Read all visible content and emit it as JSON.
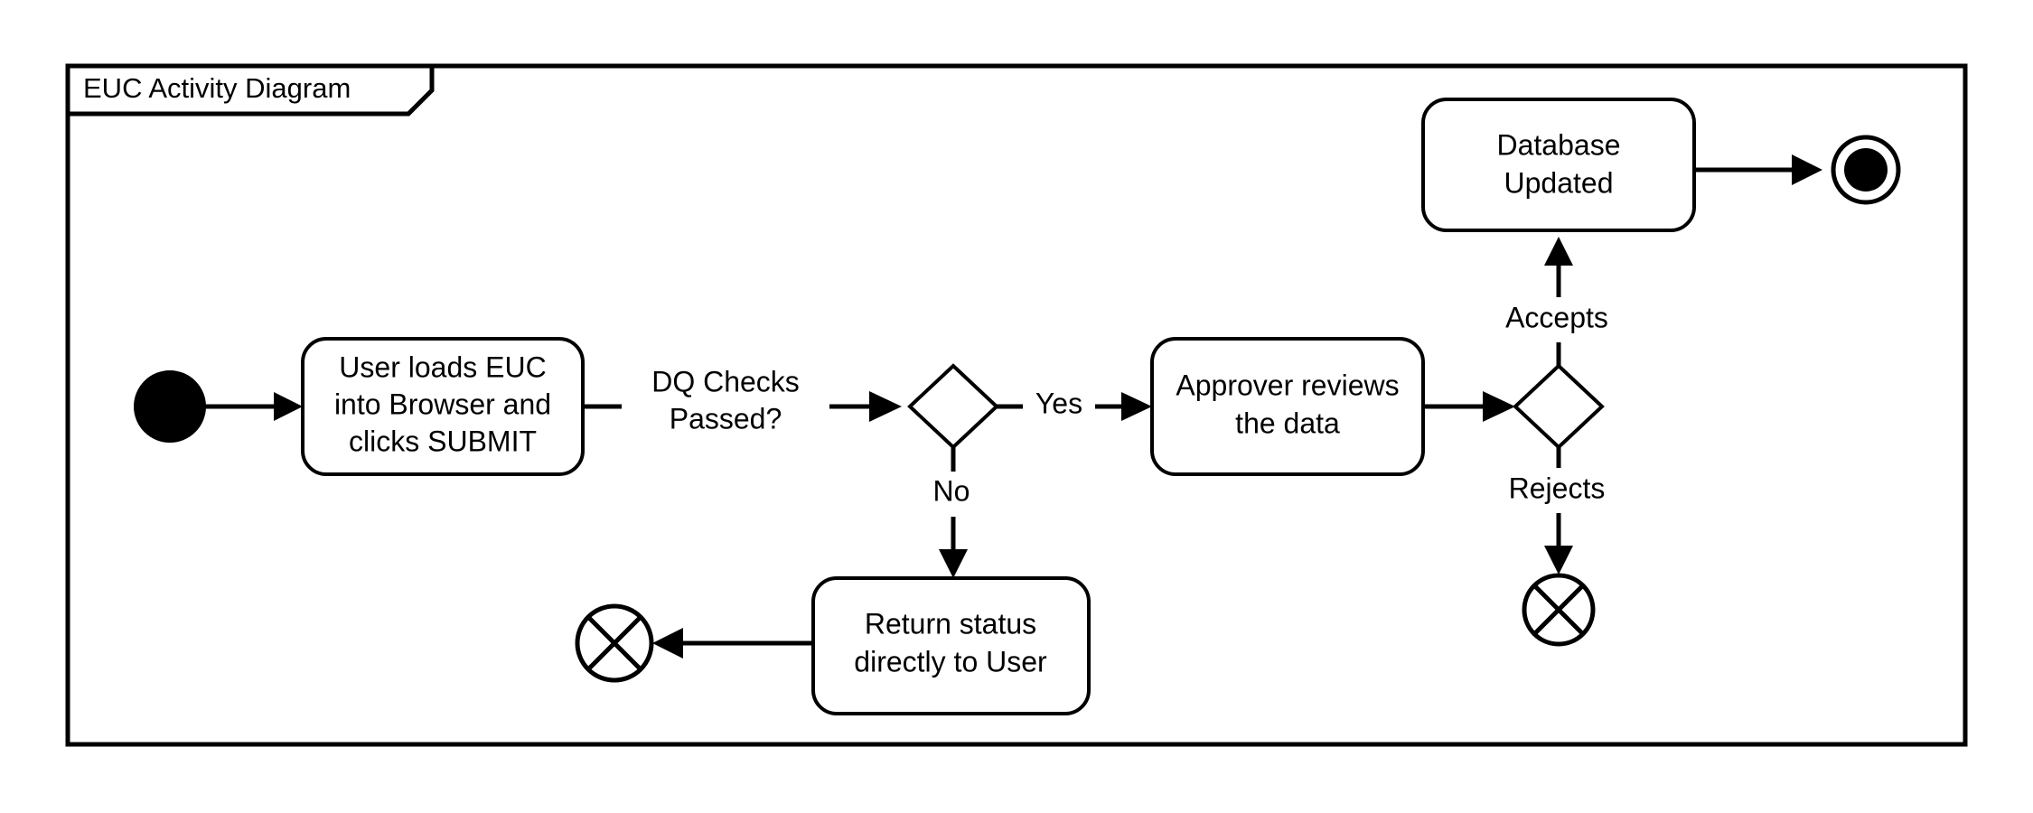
{
  "frame": {
    "title": "EUC Activity Diagram",
    "border_color": "#000000",
    "background_color": "#ffffff"
  },
  "diagram": {
    "type": "uml-activity-diagram",
    "nodes": [
      {
        "id": "start",
        "kind": "initial-node",
        "label": ""
      },
      {
        "id": "load-euc",
        "kind": "action",
        "label_line1": "User loads EUC",
        "label_line2": "into Browser and",
        "label_line3": "clicks SUBMIT"
      },
      {
        "id": "dq-decision",
        "kind": "decision",
        "label": ""
      },
      {
        "id": "return-status",
        "kind": "action",
        "label_line1": "Return status",
        "label_line2": "directly to User"
      },
      {
        "id": "flow-final-user",
        "kind": "flow-final-node",
        "label": ""
      },
      {
        "id": "approver-review",
        "kind": "action",
        "label_line1": "Approver reviews",
        "label_line2": "the data"
      },
      {
        "id": "approval-decision",
        "kind": "decision",
        "label": ""
      },
      {
        "id": "database-updated",
        "kind": "action",
        "label_line1": "Database",
        "label_line2": "Updated"
      },
      {
        "id": "end",
        "kind": "final-node",
        "label": ""
      },
      {
        "id": "flow-final-reject",
        "kind": "flow-final-node",
        "label": ""
      }
    ],
    "edges": [
      {
        "from": "start",
        "to": "load-euc",
        "label": ""
      },
      {
        "from": "load-euc",
        "to": "dq-decision",
        "label_line1": "DQ Checks",
        "label_line2": "Passed?"
      },
      {
        "from": "dq-decision",
        "to": "approver-review",
        "label": "Yes"
      },
      {
        "from": "dq-decision",
        "to": "return-status",
        "label": "No"
      },
      {
        "from": "return-status",
        "to": "flow-final-user",
        "label": ""
      },
      {
        "from": "approver-review",
        "to": "approval-decision",
        "label": ""
      },
      {
        "from": "approval-decision",
        "to": "database-updated",
        "label": "Accepts"
      },
      {
        "from": "approval-decision",
        "to": "flow-final-reject",
        "label": "Rejects"
      },
      {
        "from": "database-updated",
        "to": "end",
        "label": ""
      }
    ]
  }
}
